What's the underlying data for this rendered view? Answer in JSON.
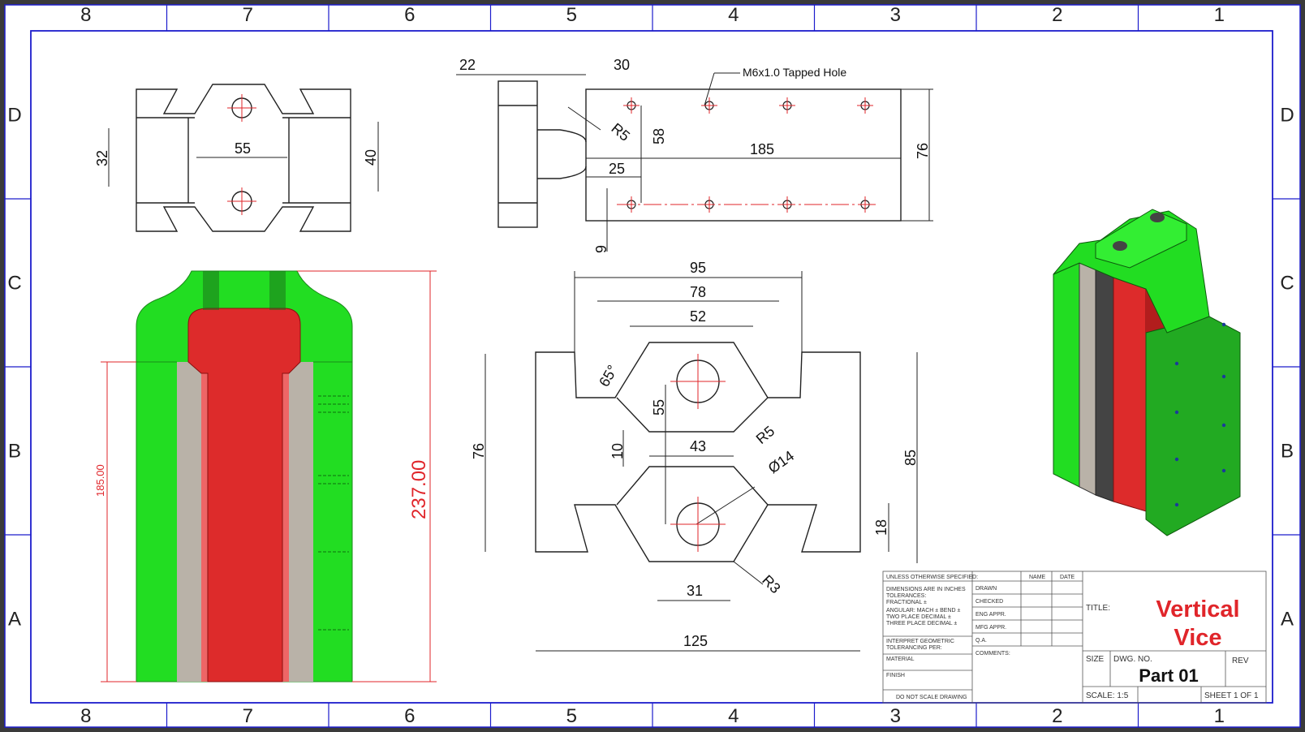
{
  "colors": {
    "frame": "#1c1ccc",
    "dimension": "#111111",
    "red_dim": "#e0252a",
    "part_green": "#22dd22",
    "part_red": "#dd2b2b",
    "part_gray": "#b9b2a8",
    "title_red": "#e0252a"
  },
  "zones": {
    "cols": [
      "8",
      "7",
      "6",
      "5",
      "4",
      "3",
      "2",
      "1"
    ],
    "rows": [
      "D",
      "C",
      "B",
      "A"
    ]
  },
  "dims": {
    "top_left": {
      "w55": "55",
      "h32": "32",
      "h40": "40"
    },
    "top_mid": {
      "d22": "22",
      "d30": "30",
      "note": "M6x1.0 Tapped Hole",
      "r5": "R5",
      "d58": "58",
      "d185": "185",
      "d25": "25",
      "d76": "76",
      "d9": "9"
    },
    "front": {
      "d95": "95",
      "d78": "78",
      "d52": "52",
      "ang65": "65°",
      "d55": "55",
      "d76": "76",
      "d85": "85",
      "d43": "43",
      "d10": "10",
      "r5": "R5",
      "phi14": "Ø14",
      "d18": "18",
      "d31": "31",
      "r3": "R3",
      "d125": "125"
    },
    "section": {
      "d185": "185.00",
      "d237": "237.00"
    }
  },
  "title_block": {
    "unless": "UNLESS OTHERWISE SPECIFIED:",
    "name": "NAME",
    "date": "DATE",
    "dims_in": "DIMENSIONS ARE IN INCHES",
    "tolerances": "TOLERANCES:",
    "fractional": "FRACTIONAL ±",
    "angular": "ANGULAR: MACH ±   BEND ±",
    "two_place": "TWO PLACE DECIMAL  ±",
    "three_place": "THREE PLACE DECIMAL  ±",
    "interpret": "INTERPRET GEOMETRIC",
    "tolerancing": "TOLERANCING PER:",
    "material": "MATERIAL",
    "finish": "FINISH",
    "do_not_scale": "DO NOT SCALE DRAWING",
    "drawn": "DRAWN",
    "checked": "CHECKED",
    "eng_appr": "ENG APPR.",
    "mfg_appr": "MFG APPR.",
    "qa": "Q.A.",
    "comments": "COMMENTS:",
    "title_label": "TITLE:",
    "title_line1": "Vertical",
    "title_line2": "Vice",
    "size": "SIZE",
    "dwg_no": "DWG.  NO.",
    "rev": "REV",
    "part": "Part 01",
    "scale": "SCALE: 1:5",
    "sheet": "SHEET 1 OF 1"
  }
}
